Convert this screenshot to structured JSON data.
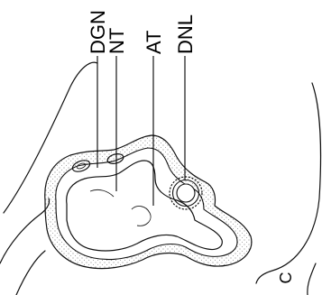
{
  "figure": {
    "panel_label": "C",
    "labels": {
      "dgn": "DGN",
      "nt": "NT",
      "at": "AT",
      "dnl": "DNL"
    }
  }
}
